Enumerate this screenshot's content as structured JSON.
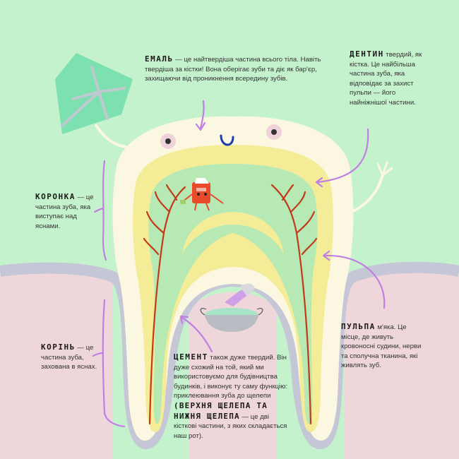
{
  "colors": {
    "background": "#c4f2cc",
    "gum": "#efd6da",
    "enamel": "#fbf7e0",
    "dentin": "#f5ec98",
    "pulp": "#b6e9b4",
    "cement": "#c6c7d6",
    "nerve": "#c23a1a",
    "arrow": "#c17fe3"
  },
  "labels": {
    "enamel": {
      "term": "ЕМАЛЬ",
      "text": " — це найтвердіша частина всього тіла. Навіть твердіша за кістки! Вона оберігає зуби та діє як бар'єр, захищаючи від проникнення всередину зубів."
    },
    "dentin": {
      "term": "ДЕНТИН",
      "text": " твердий, як кістка. Це найбільша частина зуба, яка відповідає за захист пульпи — його найніжнішої частини."
    },
    "crown": {
      "term": "КОРОНКА",
      "text": " — це частина зуба, яка виступає над яснами."
    },
    "root": {
      "term": "КОРІНЬ",
      "text": " — це частина зуба, захована в яснах."
    },
    "pulp": {
      "term": "ПУЛЬПА",
      "text": " м'яка. Це місце, де живуть кровоносні судини, нерви та сполучна тканина, які живлять зуб."
    },
    "cement": {
      "term": "ЦЕМЕНТ",
      "text": " також дуже твердий. Він дуже схожий на той, який ми використовуємо для будівництва будинків, і виконує ту саму функцію: приклеювання зуба до щелепи ",
      "term2": "(ВЕРХНЯ ЩЕЛЕПА ТА НИЖНЯ ЩЕЛЕПА",
      "text2": " — це дві кісткові частини, з яких складається наш рот)."
    }
  },
  "icons": [
    "shield-icon",
    "book-character-icon",
    "mortar-bowl-icon",
    "trowel-icon"
  ]
}
